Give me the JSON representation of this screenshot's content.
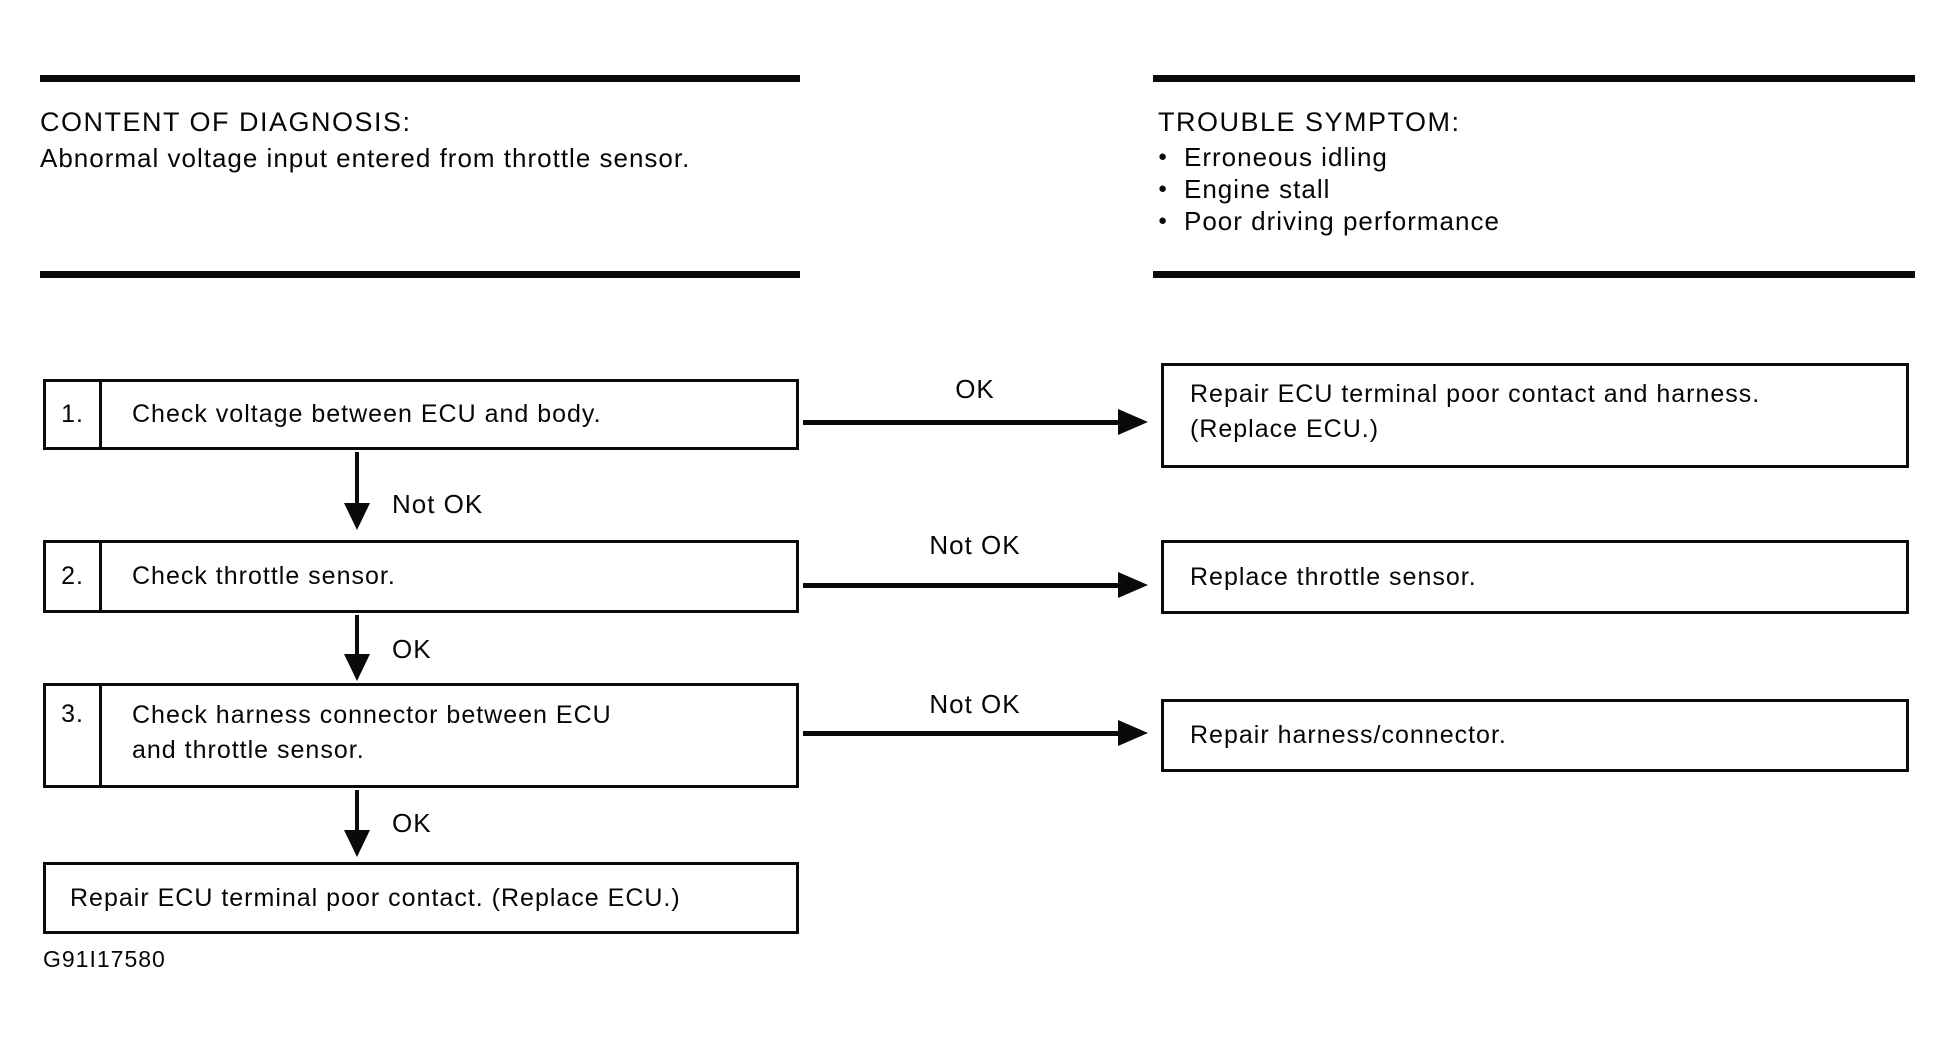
{
  "colors": {
    "ink": "#0a0a0a",
    "paper": "#ffffff"
  },
  "header": {
    "left": {
      "title": "CONTENT OF DIAGNOSIS:",
      "description": "Abnormal voltage input entered from throttle sensor."
    },
    "right": {
      "title": "TROUBLE SYMPTOM:",
      "bullet_glyph": "●",
      "symptoms": [
        "Erroneous idling",
        "Engine stall",
        "Poor driving performance"
      ]
    }
  },
  "flowchart": {
    "steps": [
      {
        "number": "1.",
        "lines": [
          "Check voltage between ECU and body."
        ],
        "branch_label": "OK",
        "down_label": "Not OK",
        "result_lines": [
          "Repair ECU terminal poor contact and harness.",
          "(Replace ECU.)"
        ]
      },
      {
        "number": "2.",
        "lines": [
          "Check throttle sensor."
        ],
        "branch_label": "Not OK",
        "down_label": "OK",
        "result_lines": [
          "Replace throttle sensor."
        ]
      },
      {
        "number": "3.",
        "lines": [
          "Check harness connector between ECU",
          "and throttle sensor."
        ],
        "branch_label": "Not OK",
        "down_label": "OK",
        "result_lines": [
          "Repair harness/connector."
        ]
      }
    ],
    "final_action": "Repair ECU terminal poor contact. (Replace ECU.)"
  },
  "footer": {
    "figure_code": "G91I17580"
  }
}
